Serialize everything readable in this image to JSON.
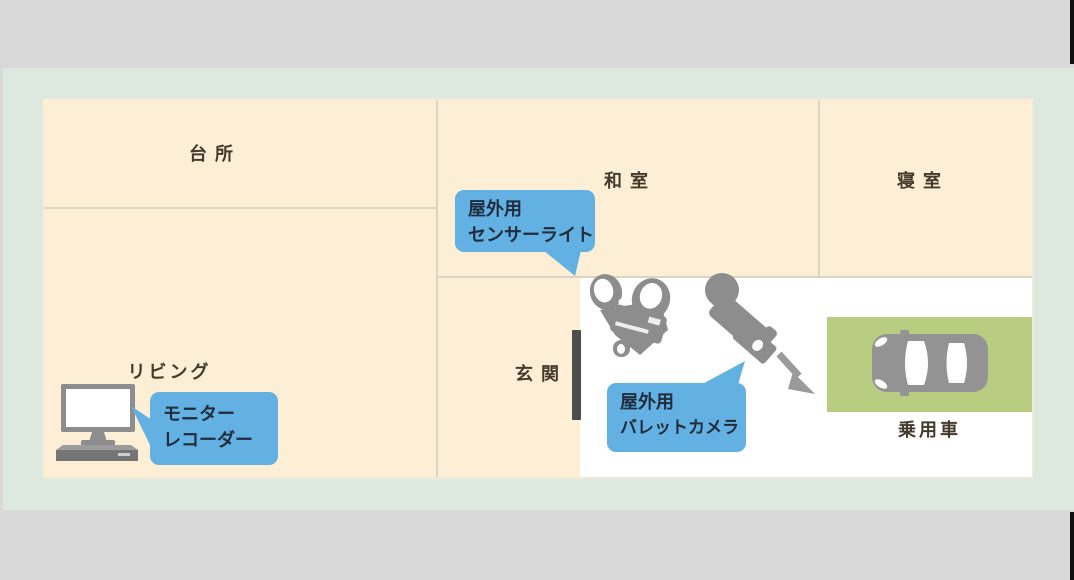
{
  "diagram": {
    "rooms": {
      "kitchen": "台所",
      "washitsu": "和室",
      "bedroom": "寝室",
      "living": "リビング",
      "entrance": "玄関"
    },
    "outdoor": {
      "car_label": "乗用車"
    },
    "callouts": {
      "sensor_light": {
        "line1": "屋外用",
        "line2": "センサーライト"
      },
      "monitor_recorder": {
        "line1": "モニター",
        "line2": "レコーダー"
      },
      "bullet_camera": {
        "line1": "屋外用",
        "line2": "バレットカメラ"
      }
    },
    "icons": {
      "monitor_recorder": "monitor-recorder-icon",
      "sensor_light": "sensor-light-icon",
      "bullet_camera": "bullet-camera-icon",
      "car": "car-icon",
      "door": "entrance-door-bar",
      "arrow": "camera-view-arrow-icon"
    },
    "colors": {
      "background_gray": "#d9d9d9",
      "panel_mint": "#dde9de",
      "room_cream": "#fcefd5",
      "wall_line": "#dbd5c6",
      "outdoor_white": "#ffffff",
      "parking_green": "#b8cd82",
      "callout_blue": "#63b1e3",
      "callout_text": "#202c3c",
      "label_text": "#443b2d",
      "icon_gray": "#8d8d8d",
      "door_gray": "#4d4d4d",
      "arrow_gray": "#9a9a9a"
    }
  }
}
